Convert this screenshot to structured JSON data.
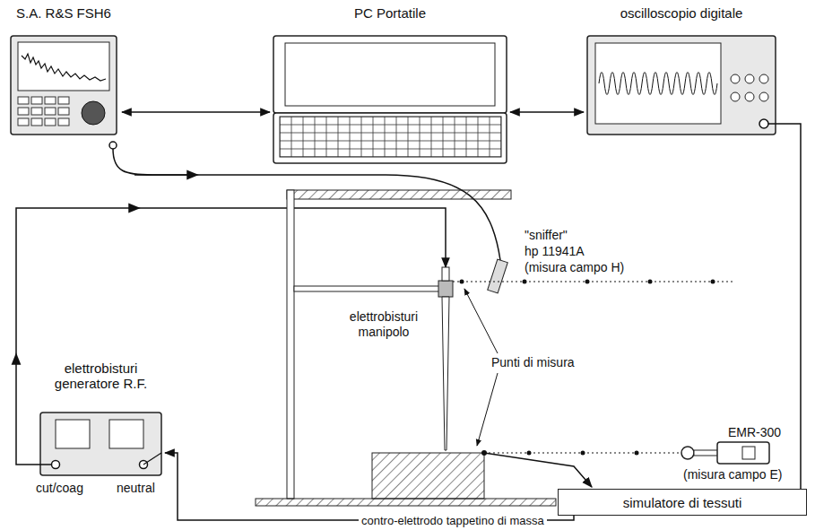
{
  "diagram": {
    "nodes": [
      {
        "text": [
          "S.A. R&S FSH6"
        ]
      },
      {
        "text": [
          "PC Portatile"
        ]
      },
      {
        "text": [
          "oscilloscopio digitale"
        ]
      },
      {
        "text": [
          "elettrobisturi generatore R.F."
        ]
      },
      {
        "text": [
          "simulatore di tessuti"
        ]
      }
    ],
    "edges": [
      {
        "from": 0,
        "to": 1,
        "arrow": "both"
      },
      {
        "from": 1,
        "to": 2,
        "arrow": "both"
      },
      {
        "from": 4,
        "to": 3,
        "arrow": "to",
        "label": "contro-elettrodo tappetino di massa"
      }
    ],
    "labels": [
      "cut/coag",
      "neutral",
      "\"sniffer\"",
      "hp 11941A",
      "(misura campo H)",
      "elettrobisturi manipolo",
      "Punti di misura",
      "EMR-300",
      "(misura campo E)"
    ]
  }
}
